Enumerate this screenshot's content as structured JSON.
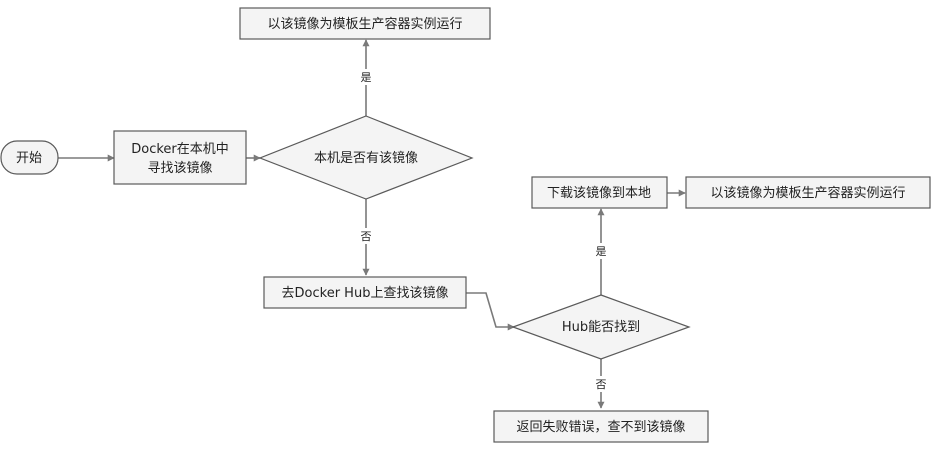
{
  "nodes": {
    "start": "开始",
    "docker_search": [
      "Docker在本机中",
      "寻找该镜像"
    ],
    "local_exists": "本机是否有该镜像",
    "run_top": "以该镜像为模板生产容器实例运行",
    "search_hub": "去Docker Hub上查找该镜像",
    "hub_found": "Hub能否找到",
    "download": "下载该镜像到本地",
    "run_right": "以该镜像为模板生产容器实例运行",
    "error": "返回失败错误，查不到该镜像"
  },
  "edges": {
    "yes_top": "是",
    "no_local": "否",
    "yes_hub": "是",
    "no_hub": "否"
  }
}
